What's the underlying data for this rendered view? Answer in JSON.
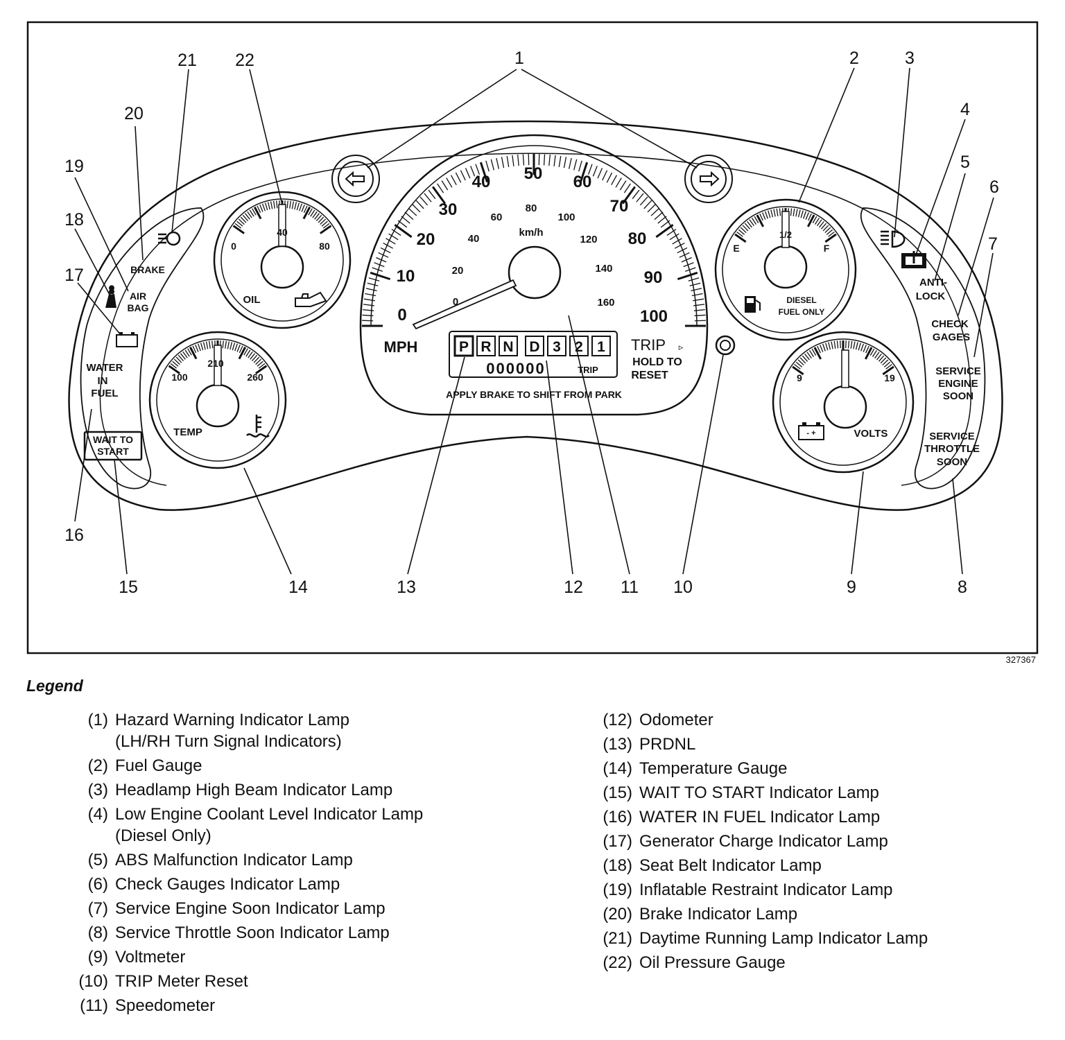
{
  "figure_id": "327367",
  "callouts": [
    "1",
    "2",
    "3",
    "4",
    "5",
    "6",
    "7",
    "8",
    "9",
    "10",
    "11",
    "12",
    "13",
    "14",
    "15",
    "16",
    "17",
    "18",
    "19",
    "20",
    "21",
    "22"
  ],
  "cluster": {
    "speedometer": {
      "mph_ticks": [
        "0",
        "10",
        "20",
        "30",
        "40",
        "50",
        "60",
        "70",
        "80",
        "90",
        "100"
      ],
      "kmh_ticks": [
        "0",
        "20",
        "40",
        "60",
        "80",
        "100",
        "120",
        "140",
        "160"
      ],
      "kmh_label": "km/h",
      "mph_label": "MPH"
    },
    "prndl": [
      "P",
      "R",
      "N",
      "D",
      "3",
      "2",
      "1"
    ],
    "odometer": {
      "digits": "000000",
      "trip_label": "TRIP"
    },
    "trip_button": {
      "label": "TRIP",
      "hold_line1": "HOLD TO",
      "hold_line2": "RESET"
    },
    "park_notice": "APPLY BRAKE TO SHIFT FROM PARK",
    "oil_gauge": {
      "min": "0",
      "mid": "40",
      "max": "80",
      "label": "OIL"
    },
    "temp_gauge": {
      "min": "100",
      "mid": "210",
      "max": "260",
      "label": "TEMP"
    },
    "fuel_gauge": {
      "empty": "E",
      "half": "1/2",
      "full": "F",
      "note_line1": "DIESEL",
      "note_line2": "FUEL ONLY"
    },
    "volt_gauge": {
      "min": "9",
      "max": "19",
      "label": "VOLTS"
    },
    "left_lamps": {
      "brake": "BRAKE",
      "air_bag_line1": "AIR",
      "air_bag_line2": "BAG",
      "water_line1": "WATER",
      "water_line2": "IN",
      "water_line3": "FUEL",
      "wait_line1": "WAIT TO",
      "wait_line2": "START"
    },
    "right_lamps": {
      "anti_lock_line1": "ANTI-",
      "anti_lock_line2": "LOCK",
      "check_line1": "CHECK",
      "check_line2": "GAGES",
      "ses_line1": "SERVICE",
      "ses_line2": "ENGINE",
      "ses_line3": "SOON",
      "sts_line1": "SERVICE",
      "sts_line2": "THROTTLE",
      "sts_line3": "SOON"
    }
  },
  "legend": {
    "title": "Legend",
    "left": [
      {
        "num": "(1)",
        "text": "Hazard Warning Indicator Lamp\n(LH/RH Turn Signal Indicators)"
      },
      {
        "num": "(2)",
        "text": "Fuel Gauge"
      },
      {
        "num": "(3)",
        "text": "Headlamp High Beam Indicator Lamp"
      },
      {
        "num": "(4)",
        "text": "Low Engine Coolant Level Indicator Lamp\n(Diesel Only)"
      },
      {
        "num": "(5)",
        "text": "ABS Malfunction Indicator Lamp"
      },
      {
        "num": "(6)",
        "text": "Check Gauges Indicator Lamp"
      },
      {
        "num": "(7)",
        "text": "Service Engine Soon Indicator Lamp"
      },
      {
        "num": "(8)",
        "text": "Service Throttle Soon Indicator Lamp"
      },
      {
        "num": "(9)",
        "text": "Voltmeter"
      },
      {
        "num": "(10)",
        "text": "TRIP Meter Reset"
      },
      {
        "num": "(11)",
        "text": "Speedometer"
      }
    ],
    "right": [
      {
        "num": "(12)",
        "text": "Odometer"
      },
      {
        "num": "(13)",
        "text": "PRDNL"
      },
      {
        "num": "(14)",
        "text": "Temperature Gauge"
      },
      {
        "num": "(15)",
        "text": "WAIT TO START Indicator Lamp"
      },
      {
        "num": "(16)",
        "text": "WATER IN FUEL Indicator Lamp"
      },
      {
        "num": "(17)",
        "text": "Generator Charge Indicator Lamp"
      },
      {
        "num": "(18)",
        "text": "Seat Belt Indicator Lamp"
      },
      {
        "num": "(19)",
        "text": "Inflatable Restraint Indicator Lamp"
      },
      {
        "num": "(20)",
        "text": "Brake Indicator Lamp"
      },
      {
        "num": "(21)",
        "text": "Daytime Running Lamp Indicator Lamp"
      },
      {
        "num": "(22)",
        "text": "Oil Pressure Gauge"
      }
    ]
  }
}
